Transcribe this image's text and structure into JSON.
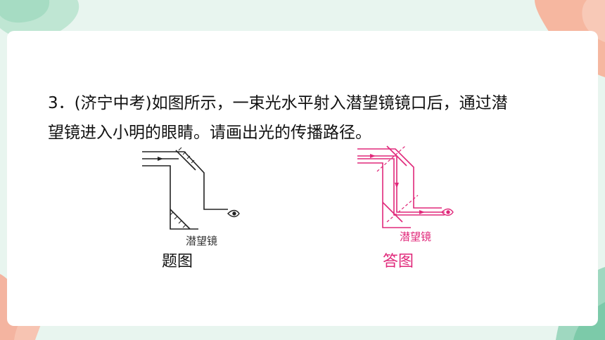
{
  "question": {
    "line1": "3．(济宁中考)如图所示，一束光水平射入潜望镜镜口后，通过潜",
    "line2": "望镜进入小明的眼睛。请画出光的传播路径。"
  },
  "figures": {
    "problem": {
      "label": "潜望镜",
      "caption": "题图"
    },
    "answer": {
      "label": "潜望镜",
      "caption": "答图"
    }
  },
  "colors": {
    "background": "#e8f5ef",
    "accent_pink": "#e0287a",
    "deco_coral": "#f6b7a0",
    "deco_green": "#9fd8c0",
    "line_black": "#222222"
  }
}
